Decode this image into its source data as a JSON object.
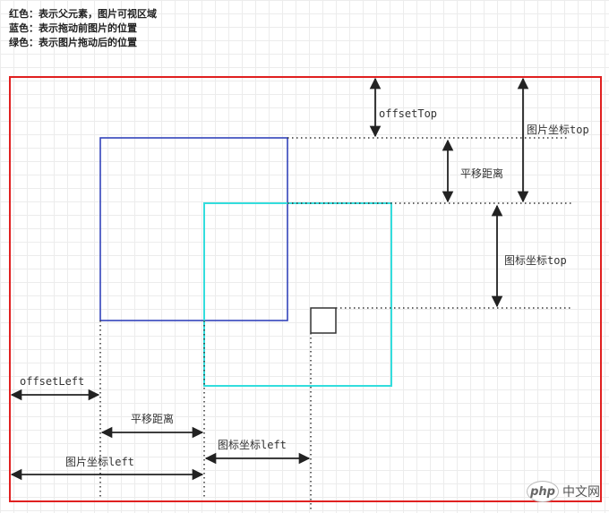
{
  "legend": {
    "red": "红色：表示父元素，图片可视区域",
    "blue": "蓝色：表示拖动前图片的位置",
    "green": "绿色：表示图片拖动后的位置"
  },
  "colors": {
    "parent": "#e02020",
    "before": "#3344bb",
    "after": "#33dddd",
    "arrow": "#222222",
    "grid": "#ececec"
  },
  "labels": {
    "offset_top": "offsetTop",
    "image_top": "图片坐标top",
    "translate_y": "平移距离",
    "icon_top": "图标坐标top",
    "offset_left": "offsetLeft",
    "translate_x": "平移距离",
    "icon_left": "图标坐标left",
    "image_left": "图片坐标left"
  },
  "watermark": {
    "logo": "php",
    "domain": "中文网"
  }
}
